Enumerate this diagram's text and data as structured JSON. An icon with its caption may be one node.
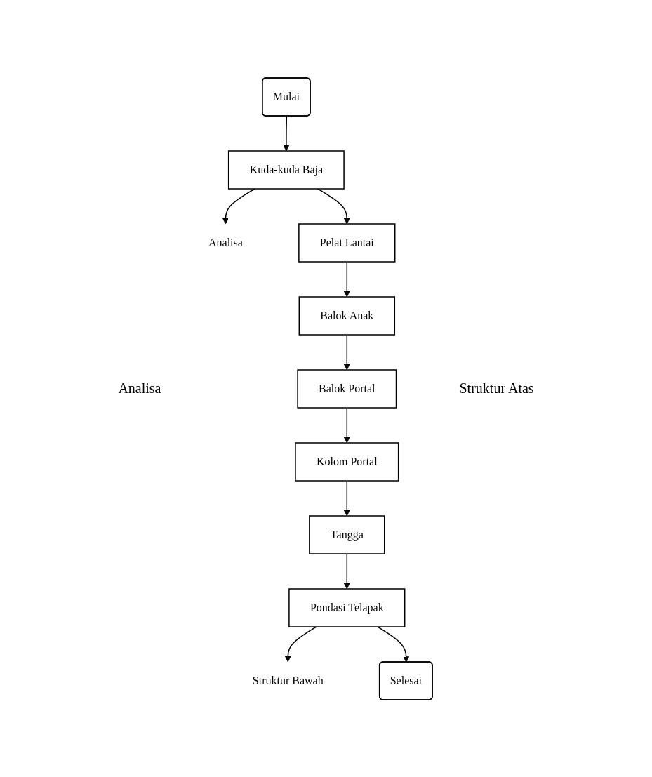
{
  "diagram": {
    "nodes": [
      {
        "text": [
          "Mulai"
        ]
      },
      {
        "text": [
          "Analisa"
        ]
      },
      {
        "text": [
          "Kuda-kuda Baja"
        ]
      },
      {
        "text": [
          "Pelat Lantai"
        ]
      },
      {
        "text": [
          "Balok Anak"
        ]
      },
      {
        "text": [
          "Balok Portal"
        ]
      },
      {
        "text": [
          "Kolom Portal"
        ]
      },
      {
        "text": [
          "Tangga"
        ]
      },
      {
        "text": [
          "Pondasi Telapak"
        ]
      },
      {
        "text": [
          "Struktur Bawah"
        ]
      },
      {
        "text": [
          "Selesai"
        ]
      }
    ],
    "edges": [
      {
        "from": 0,
        "to": 2,
        "arrow": "to"
      },
      {
        "from": 2,
        "to": 1,
        "arrow": "to"
      },
      {
        "from": 2,
        "to": 3,
        "arrow": "to"
      },
      {
        "from": 3,
        "to": 4,
        "arrow": "to"
      },
      {
        "from": 4,
        "to": 5,
        "arrow": "to"
      },
      {
        "from": 5,
        "to": 6,
        "arrow": "to"
      },
      {
        "from": 6,
        "to": 7,
        "arrow": "to"
      },
      {
        "from": 7,
        "to": 8,
        "arrow": "to"
      },
      {
        "from": 8,
        "to": 9,
        "arrow": "to"
      },
      {
        "from": 8,
        "to": 10,
        "arrow": "to"
      }
    ],
    "labels": [
      "Analisa",
      "Struktur Atas"
    ]
  }
}
